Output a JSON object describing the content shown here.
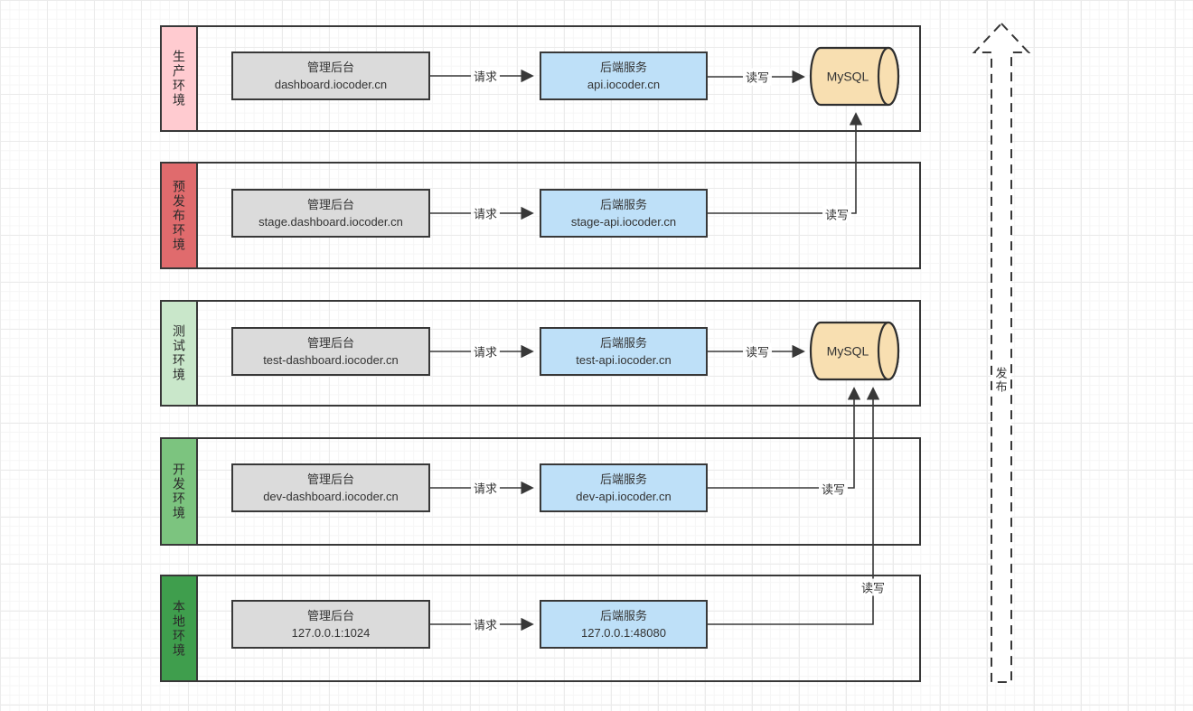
{
  "diagram": {
    "labels": {
      "request": "请求",
      "read_write": "读写",
      "deploy": "发布",
      "mysql": "MySQL"
    },
    "colors": {
      "line": "#383838",
      "admin_fill": "#DBDBDB",
      "backend_fill": "#BEE0F8",
      "mysql_fill": "#F8DFB1",
      "env_prod": "#FFCBD0",
      "env_stage": "#E06B6D",
      "env_test": "#C9E7CA",
      "env_dev": "#7CC47F",
      "env_local": "#3F9E4D"
    },
    "rows": [
      {
        "env": "生产环境",
        "admin_title": "管理后台",
        "admin_host": "dashboard.iocoder.cn",
        "backend_title": "后端服务",
        "backend_host": "api.iocoder.cn"
      },
      {
        "env": "预发布环境",
        "admin_title": "管理后台",
        "admin_host": "stage.dashboard.iocoder.cn",
        "backend_title": "后端服务",
        "backend_host": "stage-api.iocoder.cn"
      },
      {
        "env": "测试环境",
        "admin_title": "管理后台",
        "admin_host": "test-dashboard.iocoder.cn",
        "backend_title": "后端服务",
        "backend_host": "test-api.iocoder.cn"
      },
      {
        "env": "开发环境",
        "admin_title": "管理后台",
        "admin_host": "dev-dashboard.iocoder.cn",
        "backend_title": "后端服务",
        "backend_host": "dev-api.iocoder.cn"
      },
      {
        "env": "本地环境",
        "admin_title": "管理后台",
        "admin_host": "127.0.0.1:1024",
        "backend_title": "后端服务",
        "backend_host": "127.0.0.1:48080"
      }
    ]
  }
}
